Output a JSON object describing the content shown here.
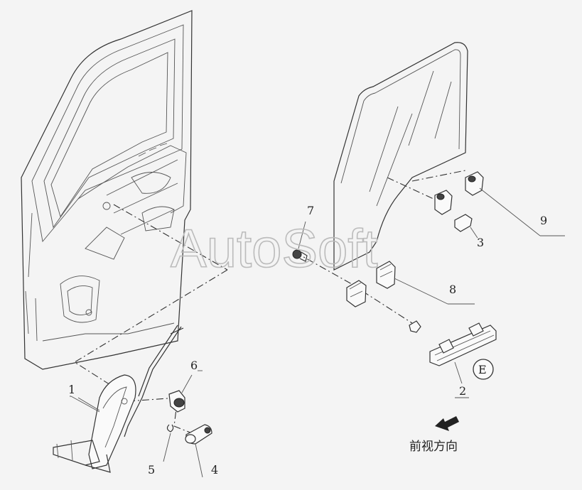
{
  "watermark": "AutoSoft",
  "direction_label": "前视方向",
  "callouts": [
    {
      "id": "1",
      "text": "1"
    },
    {
      "id": "2",
      "text": "2"
    },
    {
      "id": "3",
      "text": "3"
    },
    {
      "id": "4",
      "text": "4"
    },
    {
      "id": "5",
      "text": "5"
    },
    {
      "id": "6",
      "text": "6"
    },
    {
      "id": "7",
      "text": "7"
    },
    {
      "id": "8",
      "text": "8"
    },
    {
      "id": "9",
      "text": "9"
    }
  ],
  "circle_marker": "E"
}
